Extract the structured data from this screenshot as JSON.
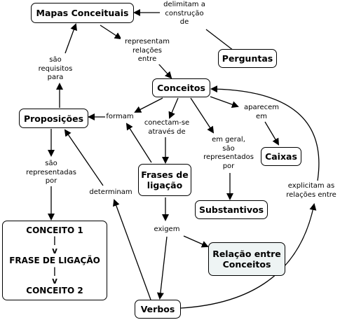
{
  "nodes": {
    "mapas": "Mapas Conceituais",
    "perguntas": "Perguntas",
    "conceitos": "Conceitos",
    "proposicoes": "Proposições",
    "frases": "Frases de\nligação",
    "caixas": "Caixas",
    "substantivos": "Substantivos",
    "relacao": "Relação entre\nConceitos",
    "verbos": "Verbos",
    "conceito_box": [
      "CONCEITO 1",
      "|",
      "v",
      "FRASE DE LIGAÇÃO",
      "|",
      "v",
      "CONCEITO 2"
    ]
  },
  "links": {
    "delimitam": "delimitam a\nconstrução\nde",
    "representam": "representam\nrelações\nentre",
    "sao_requisitos": "são\nrequisitos\npara",
    "formam": "formam",
    "conectam": "conectam-se\natravés de",
    "aparecem": "aparecem\nem",
    "em_geral": "em geral,\nsão\nrepresentados\npor",
    "sao_representadas": "são\nrepresentadas\npor",
    "determinam": "determinam",
    "exigem": "exigem",
    "explicitam": "explicitam as\nrelações entre"
  }
}
